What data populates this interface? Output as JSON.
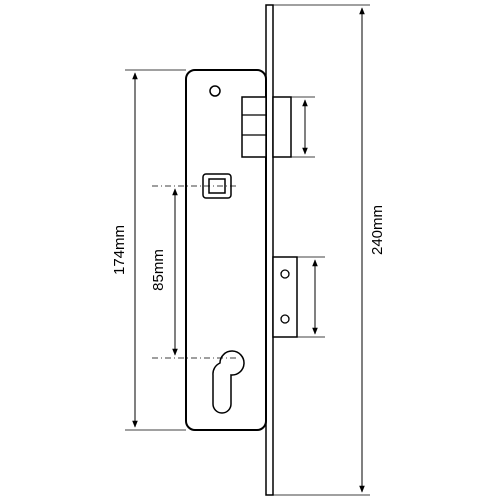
{
  "dimensions": {
    "overall_height": "240mm",
    "case_height": "174mm",
    "centre_distance": "85mm"
  },
  "colors": {
    "stroke": "#000000",
    "fill": "#ffffff"
  }
}
